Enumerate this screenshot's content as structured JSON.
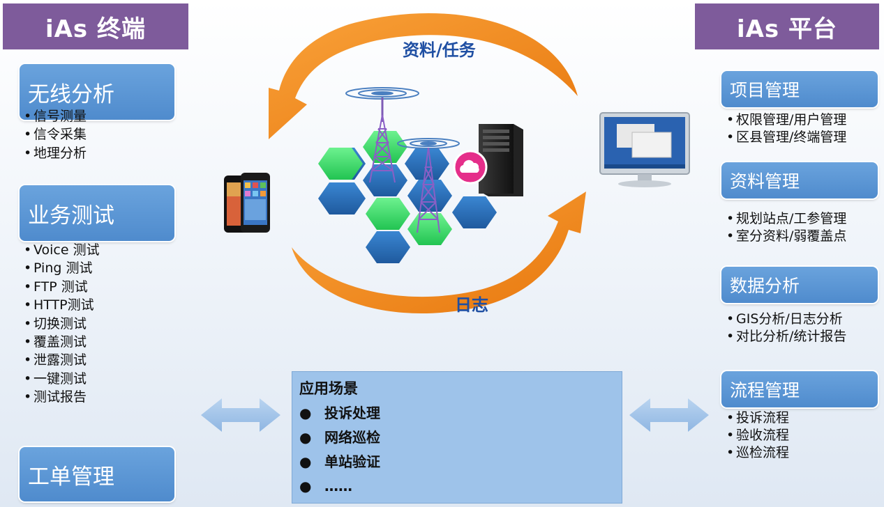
{
  "header_left": "iAs 终端",
  "header_right": "iAs 平台",
  "left_sections": [
    {
      "title": "无线分析",
      "items": [
        "信号测量",
        "信令采集",
        "地理分析"
      ]
    },
    {
      "title": "业务测试",
      "items": [
        "Voice 测试",
        "Ping 测试",
        "FTP 测试",
        "HTTP测试",
        "切换测试",
        "覆盖测试",
        "泄露测试",
        "一键测试",
        "测试报告"
      ]
    },
    {
      "title": "工单管理",
      "items": []
    }
  ],
  "right_sections": [
    {
      "title": "项目管理",
      "items": [
        "权限管理/用户管理",
        "区县管理/终端管理"
      ]
    },
    {
      "title": "资料管理",
      "items": [
        "规划站点/工参管理",
        "室分资料/弱覆盖点"
      ]
    },
    {
      "title": "数据分析",
      "items": [
        "GIS分析/日志分析",
        "对比分析/统计报告"
      ]
    },
    {
      "title": "流程管理",
      "items": [
        "投诉流程",
        "验收流程",
        "巡检流程"
      ]
    }
  ],
  "cycle_labels": {
    "top": "资料/任务",
    "bottom": "日志"
  },
  "scenario": {
    "title": "应用场景",
    "items": [
      "投诉处理",
      "网络巡检",
      "单站验证",
      "……"
    ]
  },
  "colors": {
    "header_purple": "#7e5b9b",
    "box_blue": "#5591d2",
    "arrow_orange": "#f08a1c",
    "scene_blue": "#9ec3ea",
    "hex_green": "#3fd46b",
    "hex_blue": "#2a6fb8",
    "label_blue": "#1f4fa3"
  },
  "icons": [
    "smartphone-icon",
    "cell-tower-icon",
    "server-icon",
    "cloud-icon",
    "monitor-icon",
    "double-arrow-icon"
  ]
}
